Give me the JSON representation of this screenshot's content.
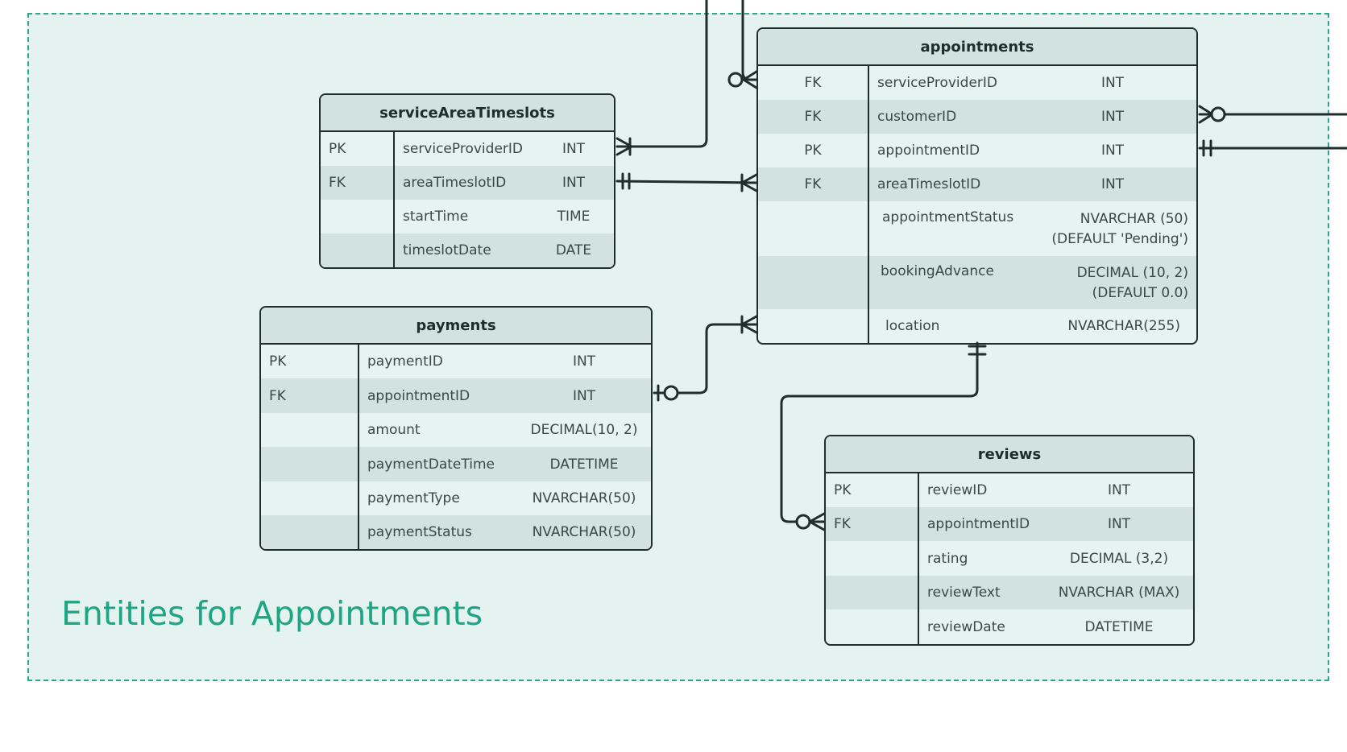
{
  "title": "Entities for Appointments",
  "colors": {
    "area_fill": "#e4f3f0",
    "area_border": "#2aa889",
    "title": "#1fa583",
    "table_header": "#d2e2de",
    "row_alt": "#d2e2de",
    "line": "#1f2d2c"
  },
  "tables": {
    "serviceAreaTimeslots": {
      "name": "serviceAreaTimeslots",
      "rows": [
        {
          "key": "PK",
          "field": "serviceProviderID",
          "type": "INT"
        },
        {
          "key": "FK",
          "field": "areaTimeslotID",
          "type": "INT"
        },
        {
          "key": "",
          "field": "startTime",
          "type": "TIME"
        },
        {
          "key": "",
          "field": "timeslotDate",
          "type": "DATE"
        }
      ]
    },
    "appointments": {
      "name": "appointments",
      "rows": [
        {
          "key": "FK",
          "field": "serviceProviderID",
          "type": "INT"
        },
        {
          "key": "FK",
          "field": "customerID",
          "type": "INT"
        },
        {
          "key": "PK",
          "field": "appointmentID",
          "type": "INT"
        },
        {
          "key": "FK",
          "field": "areaTimeslotID",
          "type": "INT"
        },
        {
          "key": "",
          "field": "appointmentStatus",
          "type": "NVARCHAR (50)",
          "type2": "(DEFAULT 'Pending')"
        },
        {
          "key": "",
          "field": "bookingAdvance",
          "type": "DECIMAL (10, 2)",
          "type2": "(DEFAULT 0.0)"
        },
        {
          "key": "",
          "field": "location",
          "type": "NVARCHAR(255)"
        }
      ]
    },
    "payments": {
      "name": "payments",
      "rows": [
        {
          "key": "PK",
          "field": "paymentID",
          "type": "INT"
        },
        {
          "key": "FK",
          "field": "appointmentID",
          "type": "INT"
        },
        {
          "key": "",
          "field": "amount",
          "type": "DECIMAL(10, 2)"
        },
        {
          "key": "",
          "field": "paymentDateTime",
          "type": "DATETIME"
        },
        {
          "key": "",
          "field": "paymentType",
          "type": "NVARCHAR(50)"
        },
        {
          "key": "",
          "field": "paymentStatus",
          "type": "NVARCHAR(50)"
        }
      ]
    },
    "reviews": {
      "name": "reviews",
      "rows": [
        {
          "key": "PK",
          "field": "reviewID",
          "type": "INT"
        },
        {
          "key": "FK",
          "field": "appointmentID",
          "type": "INT"
        },
        {
          "key": "",
          "field": "rating",
          "type": "DECIMAL (3,2)"
        },
        {
          "key": "",
          "field": "reviewText",
          "type": "NVARCHAR (MAX)"
        },
        {
          "key": "",
          "field": "reviewDate",
          "type": "DATETIME"
        }
      ]
    }
  }
}
